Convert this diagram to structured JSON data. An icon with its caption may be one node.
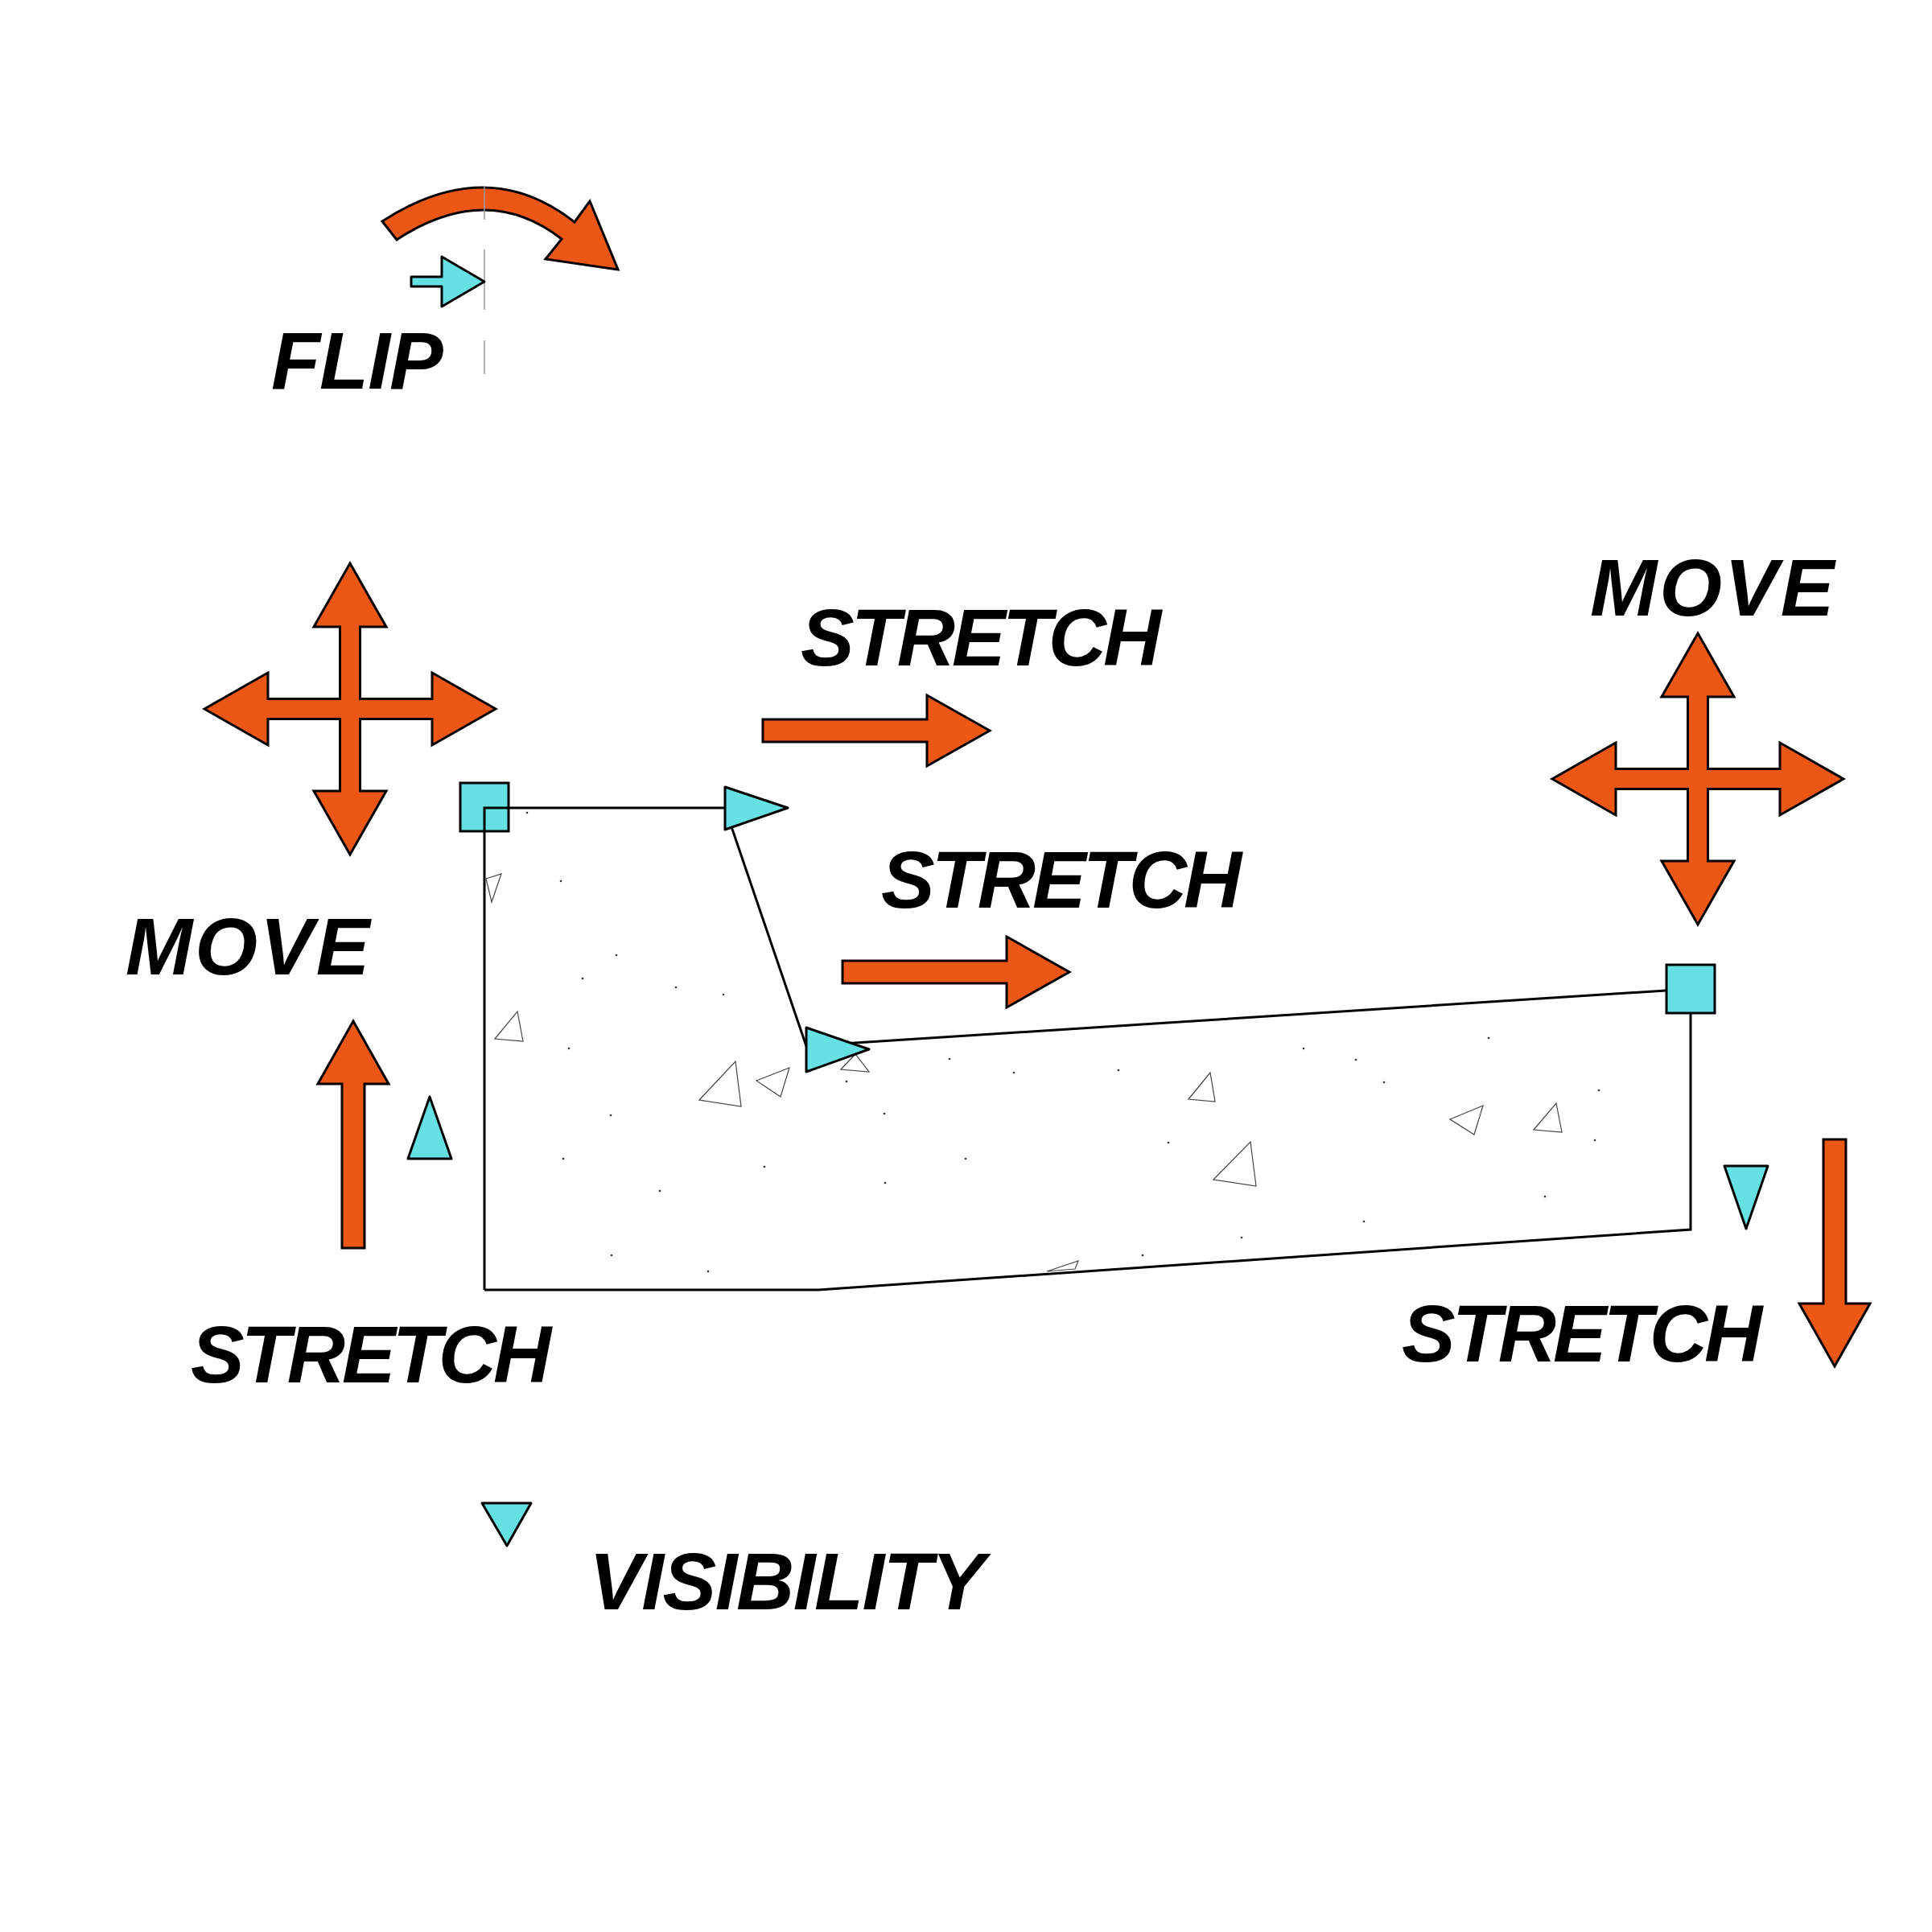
{
  "diagram": {
    "labels": [
      "FLIP",
      "MOVE",
      "STRETCH",
      "STRETCH",
      "MOVE",
      "STRETCH",
      "STRETCH",
      "VISIBILITY"
    ]
  }
}
